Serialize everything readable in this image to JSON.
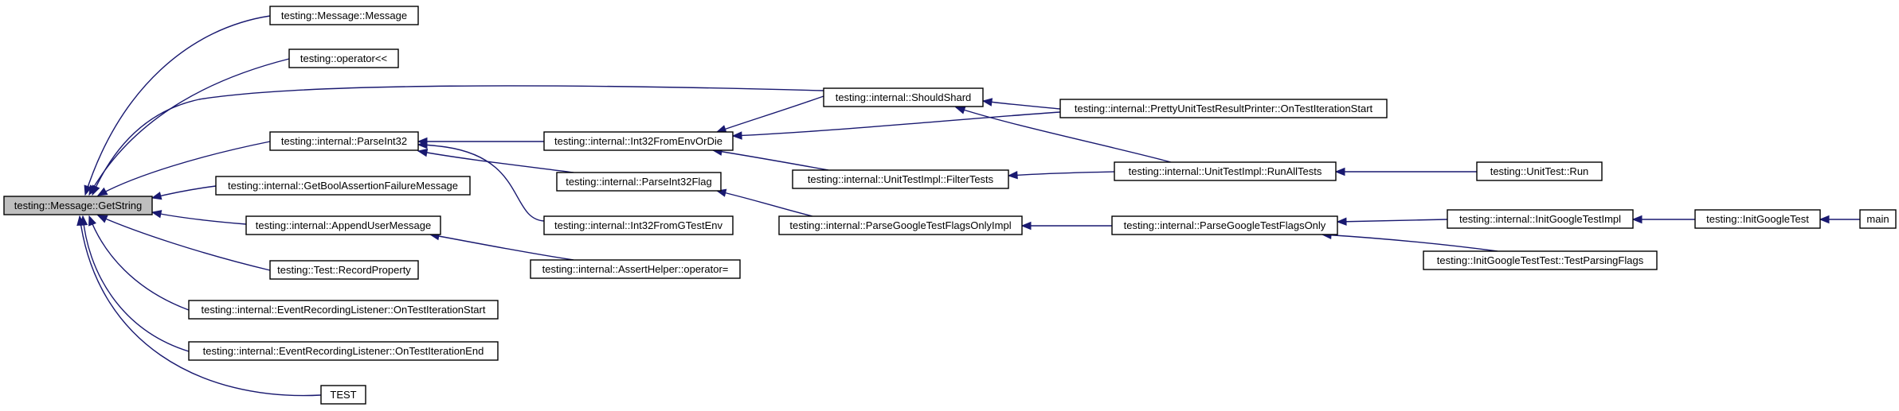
{
  "graph": {
    "root": "testing::Message::GetString",
    "nodes": [
      {
        "id": "n0",
        "label": "testing::Message::GetString"
      },
      {
        "id": "n1",
        "label": "testing::Message::Message"
      },
      {
        "id": "n2",
        "label": "testing::operator<<"
      },
      {
        "id": "n3",
        "label": "testing::internal::ShouldShard"
      },
      {
        "id": "n4",
        "label": "testing::internal::PrettyUnitTestResultPrinter::OnTestIterationStart"
      },
      {
        "id": "n5",
        "label": "testing::internal::ParseInt32"
      },
      {
        "id": "n6",
        "label": "testing::internal::Int32FromEnvOrDie"
      },
      {
        "id": "n7",
        "label": "testing::internal::ParseInt32Flag"
      },
      {
        "id": "n8",
        "label": "testing::internal::UnitTestImpl::FilterTests"
      },
      {
        "id": "n9",
        "label": "testing::internal::UnitTestImpl::RunAllTests"
      },
      {
        "id": "n10",
        "label": "testing::UnitTest::Run"
      },
      {
        "id": "n11",
        "label": "testing::internal::GetBoolAssertionFailureMessage"
      },
      {
        "id": "n12",
        "label": "testing::internal::AppendUserMessage"
      },
      {
        "id": "n13",
        "label": "testing::internal::Int32FromGTestEnv"
      },
      {
        "id": "n14",
        "label": "testing::internal::ParseGoogleTestFlagsOnlyImpl"
      },
      {
        "id": "n15",
        "label": "testing::internal::ParseGoogleTestFlagsOnly"
      },
      {
        "id": "n16",
        "label": "testing::internal::InitGoogleTestImpl"
      },
      {
        "id": "n17",
        "label": "testing::InitGoogleTest"
      },
      {
        "id": "n18",
        "label": "main"
      },
      {
        "id": "n19",
        "label": "testing::Test::RecordProperty"
      },
      {
        "id": "n20",
        "label": "testing::internal::AssertHelper::operator="
      },
      {
        "id": "n21",
        "label": "testing::InitGoogleTestTest::TestParsingFlags"
      },
      {
        "id": "n22",
        "label": "testing::internal::EventRecordingListener::OnTestIterationStart"
      },
      {
        "id": "n23",
        "label": "testing::internal::EventRecordingListener::OnTestIterationEnd"
      },
      {
        "id": "n24",
        "label": "TEST"
      }
    ],
    "edges": [
      {
        "from": "n1",
        "to": "n0"
      },
      {
        "from": "n2",
        "to": "n0"
      },
      {
        "from": "n3",
        "to": "n0"
      },
      {
        "from": "n5",
        "to": "n0"
      },
      {
        "from": "n11",
        "to": "n0"
      },
      {
        "from": "n12",
        "to": "n0"
      },
      {
        "from": "n19",
        "to": "n0"
      },
      {
        "from": "n22",
        "to": "n0"
      },
      {
        "from": "n23",
        "to": "n0"
      },
      {
        "from": "n24",
        "to": "n0"
      },
      {
        "from": "n4",
        "to": "n3"
      },
      {
        "from": "n9",
        "to": "n3"
      },
      {
        "from": "n6",
        "to": "n5"
      },
      {
        "from": "n7",
        "to": "n5"
      },
      {
        "from": "n13",
        "to": "n5"
      },
      {
        "from": "n3",
        "to": "n6"
      },
      {
        "from": "n4",
        "to": "n6"
      },
      {
        "from": "n8",
        "to": "n6"
      },
      {
        "from": "n14",
        "to": "n7"
      },
      {
        "from": "n9",
        "to": "n8"
      },
      {
        "from": "n10",
        "to": "n9"
      },
      {
        "from": "n20",
        "to": "n12"
      },
      {
        "from": "n15",
        "to": "n14"
      },
      {
        "from": "n16",
        "to": "n15"
      },
      {
        "from": "n21",
        "to": "n15"
      },
      {
        "from": "n17",
        "to": "n16"
      },
      {
        "from": "n18",
        "to": "n17"
      }
    ]
  },
  "colors": {
    "edge": "#191970",
    "root_fill": "#bfbfbf",
    "node_fill": "#ffffff",
    "node_border": "#000000",
    "background": "#ffffff"
  }
}
